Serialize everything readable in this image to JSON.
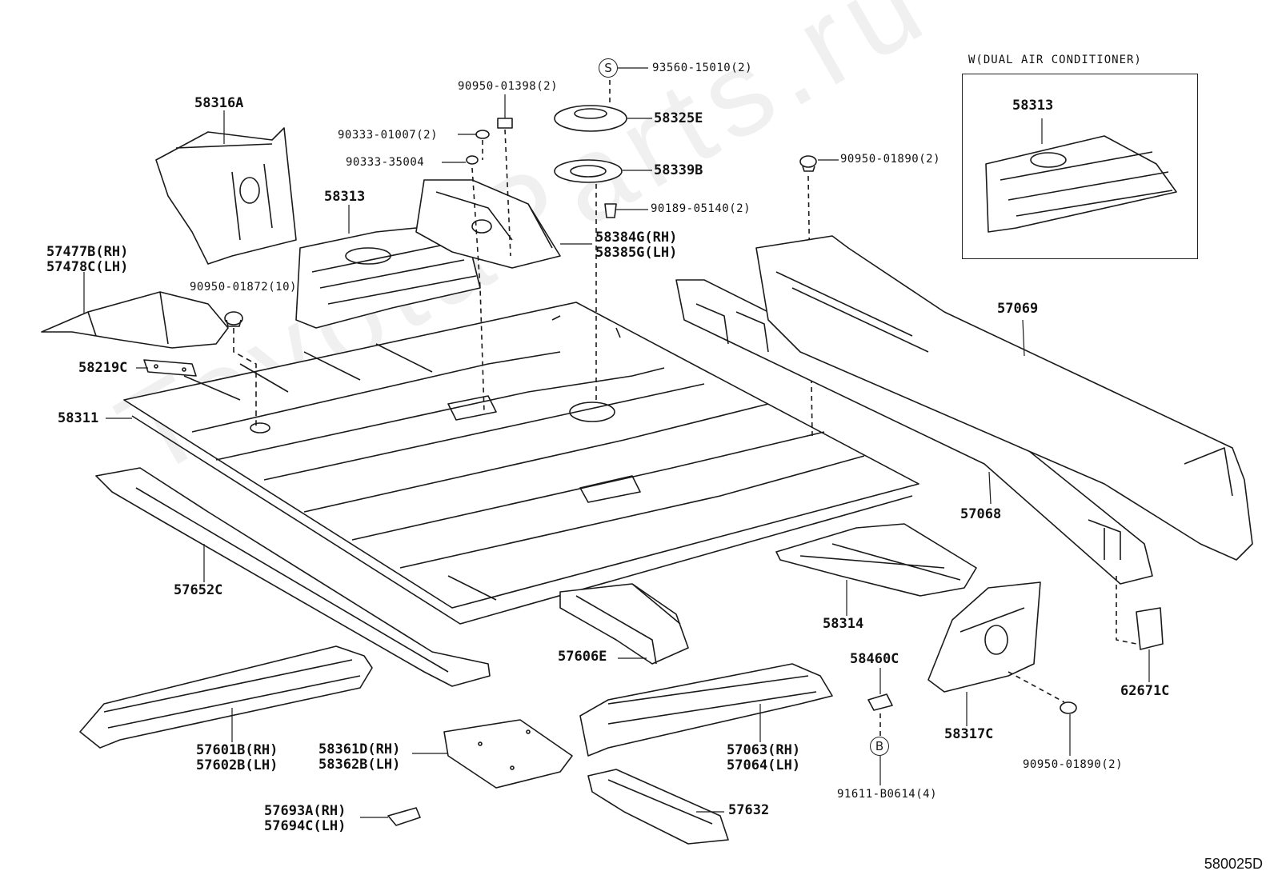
{
  "inset": {
    "title": "W(DUAL AIR CONDITIONER)",
    "part": "58313"
  },
  "badges": {
    "s": "S",
    "b": "B"
  },
  "diagram_code": "580025D",
  "watermark": "ToyotaParts.ru",
  "labels": {
    "p58316A": "58316A",
    "p57477B": "57477B(RH)",
    "p57478C": "57478C(LH)",
    "p90950_01872": "90950-01872(10)",
    "p58219C": "58219C",
    "p58311": "58311",
    "p57652C": "57652C",
    "p57601B": "57601B(RH)",
    "p57602B": "57602B(LH)",
    "p57693A": "57693A(RH)",
    "p57694C": "57694C(LH)",
    "p58361D": "58361D(RH)",
    "p58362B": "58362B(LH)",
    "p57606E": "57606E",
    "p57632": "57632",
    "p57063": "57063(RH)",
    "p57064": "57064(LH)",
    "p58313": "58313",
    "p90333_01007": "90333-01007(2)",
    "p90333_35004": "90333-35004",
    "p90950_01398": "90950-01398(2)",
    "p93560_15010": "93560-15010(2)",
    "p58325E": "58325E",
    "p58339B": "58339B",
    "p90189_05140": "90189-05140(2)",
    "p58384G": "58384G(RH)",
    "p58385G": "58385G(LH)",
    "p90950_01890a": "90950-01890(2)",
    "p57069": "57069",
    "p57068": "57068",
    "p58314": "58314",
    "p58460C": "58460C",
    "p91611": "91611-B0614(4)",
    "p58317C": "58317C",
    "p90950_01890b": "90950-01890(2)",
    "p62671C": "62671C"
  }
}
